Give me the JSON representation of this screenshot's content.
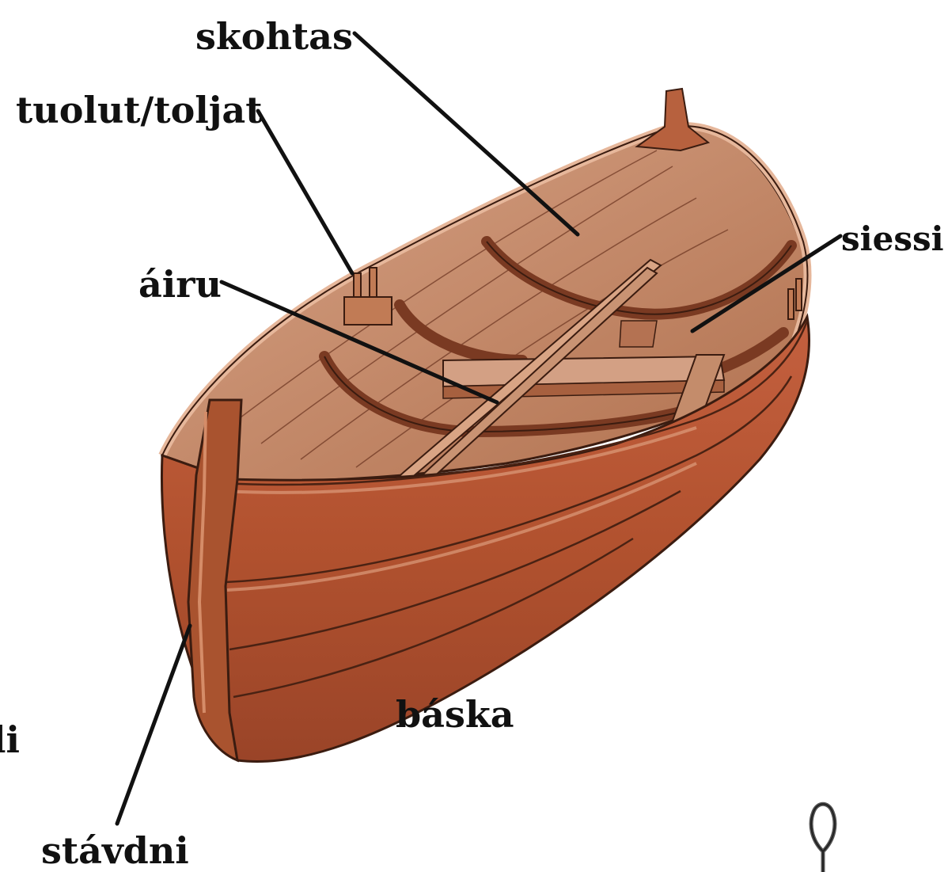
{
  "labels": {
    "skohtas": "skohtas",
    "tuolut": "tuolut/toljat",
    "airu": "áiru",
    "siessi": "siessi",
    "baska": "báska",
    "stavdni": "stávdni",
    "partial_left": "li"
  },
  "colors": {
    "hull_dark": "#8a3b22",
    "hull_mid": "#b8583a",
    "hull_light": "#d98b66",
    "interior": "#c08262",
    "interior_light": "#d9a484",
    "wood_line": "#3b1c10",
    "leader_line": "#111111"
  }
}
